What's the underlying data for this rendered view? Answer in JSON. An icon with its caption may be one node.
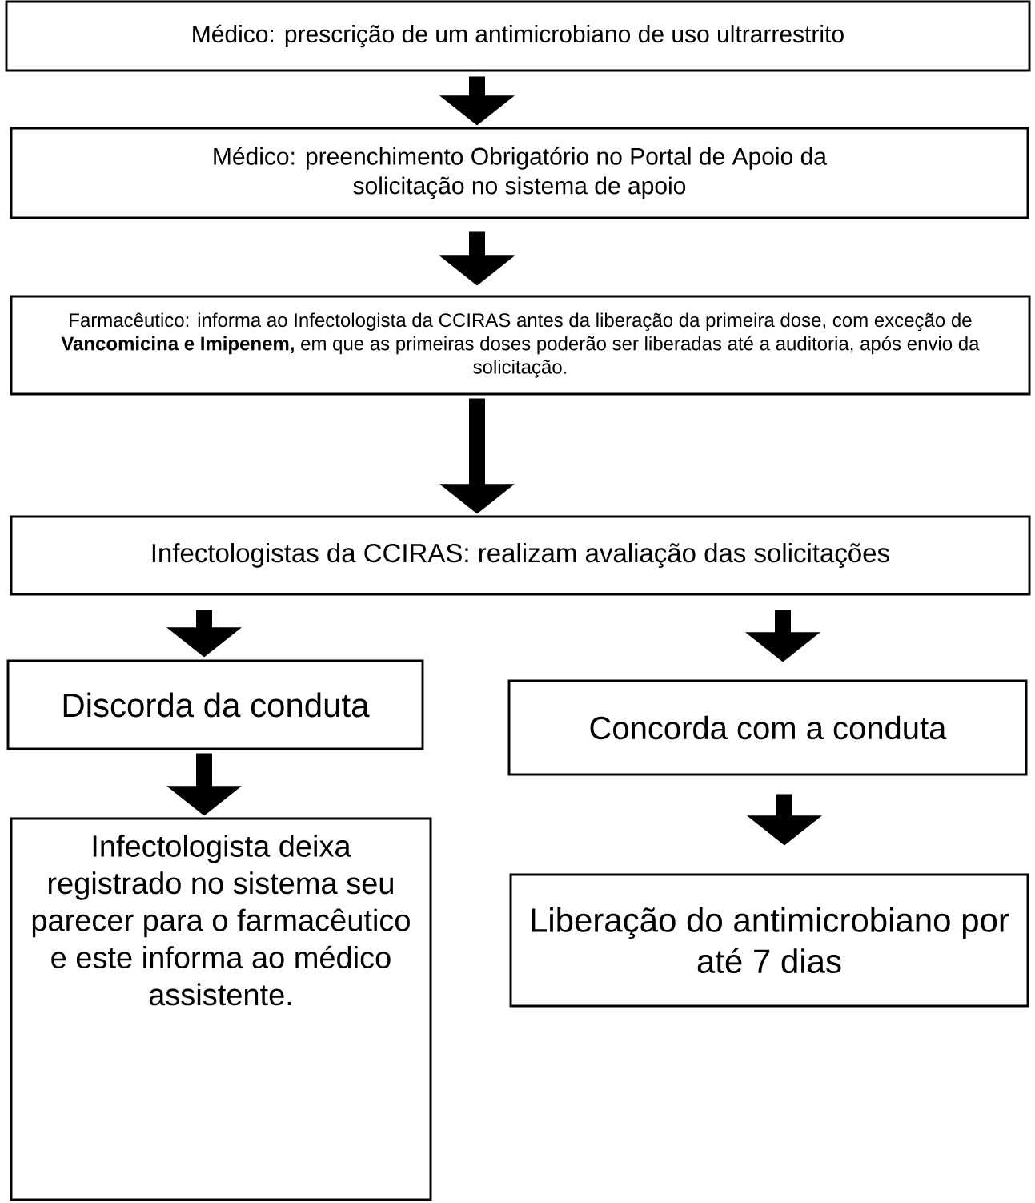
{
  "diagram": {
    "nodes": [
      {
        "text": [
          "Médico: prescrição de um antimicrobiano de uso ultrarrestrito"
        ]
      },
      {
        "text": [
          "Médico: preenchimento Obrigatório no Portal de Apoio da solicitação no sistema de apoio"
        ]
      },
      {
        "text": [
          "Farmacêutico:  informa ao Infectologista da CCIRAS antes da liberação da primeira dose, com exceção de **Vancomicina e Imipenem,** em que as primeiras doses poderão ser liberadas até a auditoria, após envio da solicitação."
        ]
      },
      {
        "text": [
          "Infectologistas da CCIRAS: realizam avaliação das solicitações"
        ]
      },
      {
        "text": [
          "Discorda da conduta"
        ]
      },
      {
        "text": [
          "Concorda com a conduta"
        ]
      },
      {
        "text": [
          "Infectologista deixa registrado no sistema seu parecer para o farmacêutico e este informa ao médico assistente."
        ]
      },
      {
        "text": [
          "Liberação do antimicrobiano por até 7 dias"
        ]
      }
    ],
    "edges": [
      {
        "from": 0,
        "to": 1,
        "arrow": "to"
      },
      {
        "from": 1,
        "to": 2,
        "arrow": "to"
      },
      {
        "from": 2,
        "to": 3,
        "arrow": "to"
      },
      {
        "from": 3,
        "to": 4,
        "arrow": "to"
      },
      {
        "from": 3,
        "to": 5,
        "arrow": "to"
      },
      {
        "from": 4,
        "to": 6,
        "arrow": "to"
      },
      {
        "from": 5,
        "to": 7,
        "arrow": "to"
      }
    ]
  }
}
